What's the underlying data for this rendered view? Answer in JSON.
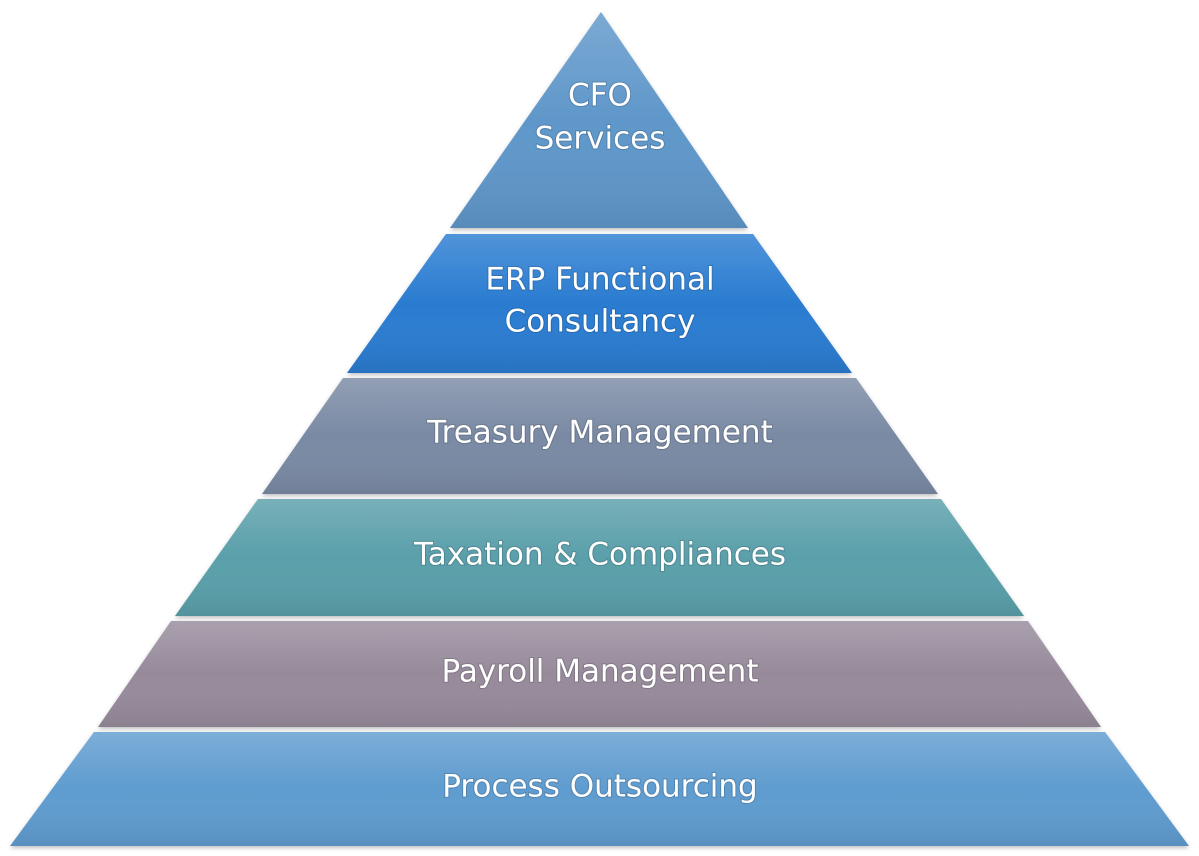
{
  "tiers": [
    {
      "id": "cfo-services",
      "lines": [
        "CFO",
        "Services"
      ],
      "color": "#5f97ca"
    },
    {
      "id": "erp-functional-consultancy",
      "lines": [
        "ERP Functional",
        "Consultancy"
      ],
      "color": "#2a7bd1"
    },
    {
      "id": "treasury-management",
      "lines": [
        "Treasury Management"
      ],
      "color": "#7a8aa4"
    },
    {
      "id": "taxation-compliances",
      "lines": [
        "Taxation & Compliances"
      ],
      "color": "#5a9faa"
    },
    {
      "id": "payroll-management",
      "lines": [
        "Payroll Management"
      ],
      "color": "#978b9b"
    },
    {
      "id": "process-outsourcing",
      "lines": [
        "Process Outsourcing"
      ],
      "color": "#5f9ccf"
    }
  ]
}
